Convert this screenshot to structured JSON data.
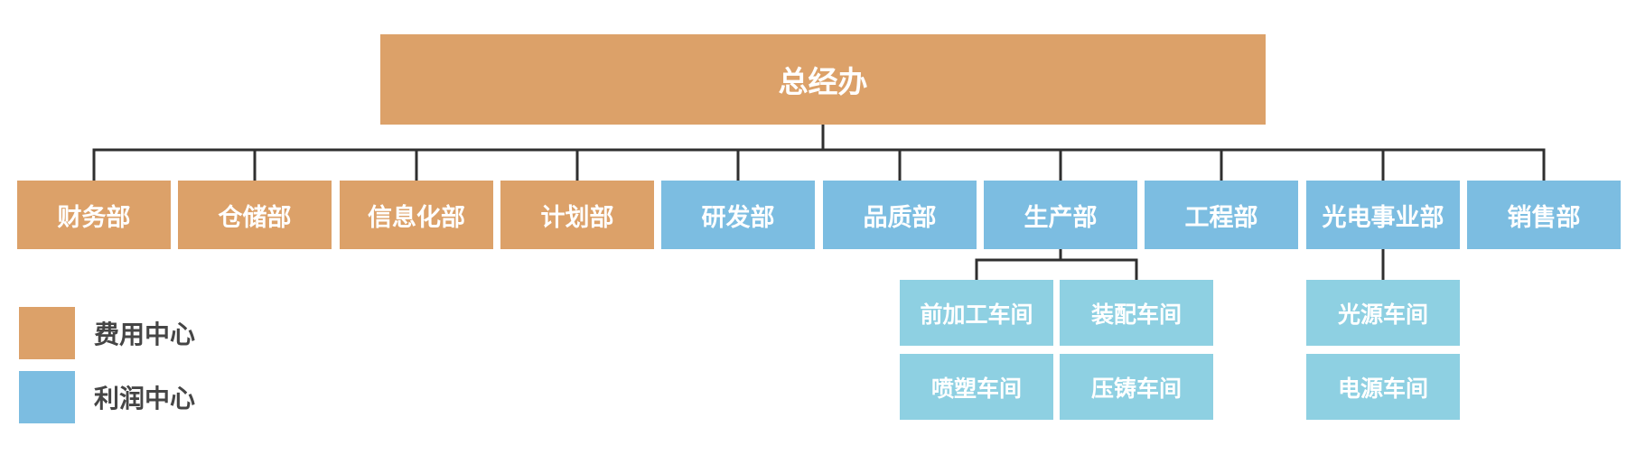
{
  "root": {
    "label": "总经办"
  },
  "departments": [
    {
      "label": "财务部",
      "center_type": "cost"
    },
    {
      "label": "仓储部",
      "center_type": "cost"
    },
    {
      "label": "信息化部",
      "center_type": "cost"
    },
    {
      "label": "计划部",
      "center_type": "cost"
    },
    {
      "label": "研发部",
      "center_type": "profit"
    },
    {
      "label": "品质部",
      "center_type": "profit"
    },
    {
      "label": "生产部",
      "center_type": "profit"
    },
    {
      "label": "工程部",
      "center_type": "profit"
    },
    {
      "label": "光电事业部",
      "center_type": "profit"
    },
    {
      "label": "销售部",
      "center_type": "profit"
    }
  ],
  "workshops": {
    "production": [
      "前加工车间",
      "装配车间",
      "喷塑车间",
      "压铸车间"
    ],
    "optoelectronics": [
      "光源车间",
      "电源车间"
    ]
  },
  "legend": {
    "items": [
      {
        "label": "费用中心",
        "color": "#DCA169"
      },
      {
        "label": "利润中心",
        "color": "#7CBDE1"
      }
    ]
  },
  "colors": {
    "cost_center": "#DCA169",
    "profit_center": "#7CBDE1",
    "workshop": "#8ED0E2",
    "connector": "#2F2F2F",
    "node_text": "#FFFFFF",
    "legend_text": "#454545",
    "background": "#FFFFFF"
  }
}
